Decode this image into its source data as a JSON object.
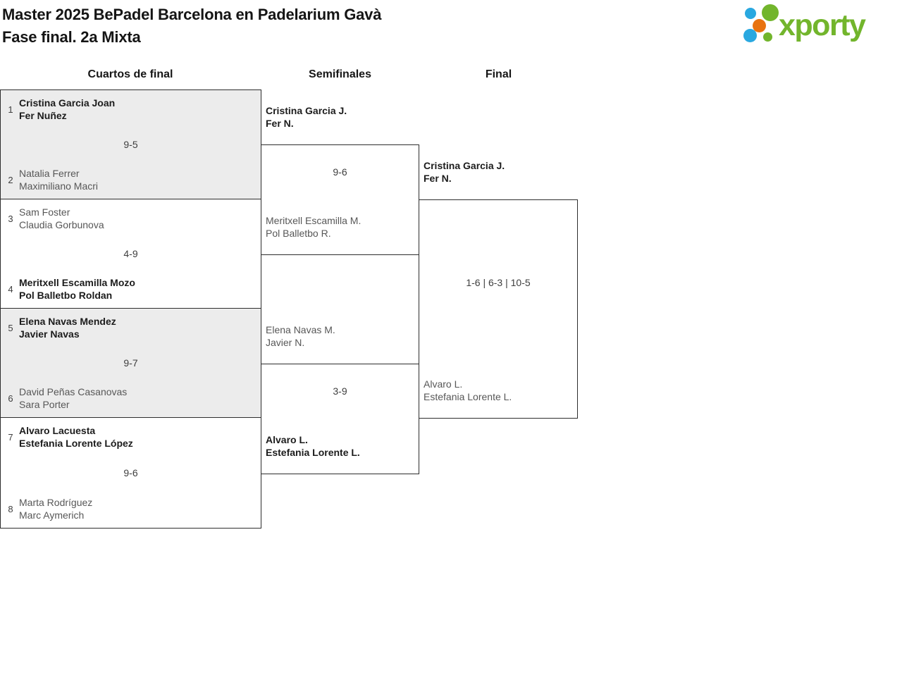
{
  "header": {
    "title1": "Master 2025 BePadel Barcelona en Padelarium Gavà",
    "title2": "Fase final. 2a Mixta",
    "logo_text": "xporty"
  },
  "round_headers": [
    "Cuartos de final",
    "Semifinales",
    "Final"
  ],
  "qf": [
    {
      "seed_top": "1",
      "top": [
        "Cristina Garcia Joan",
        "Fer Nuñez"
      ],
      "score": "9-5",
      "seed_bottom": "2",
      "bottom": [
        "Natalia Ferrer",
        "Maximiliano Macri"
      ],
      "winner": "top"
    },
    {
      "seed_top": "3",
      "top": [
        "Sam Foster",
        "Claudia Gorbunova"
      ],
      "score": "4-9",
      "seed_bottom": "4",
      "bottom": [
        "Meritxell Escamilla Mozo",
        "Pol Balletbo Roldan"
      ],
      "winner": "bottom"
    },
    {
      "seed_top": "5",
      "top": [
        "Elena Navas Mendez",
        "Javier Navas"
      ],
      "score": "9-7",
      "seed_bottom": "6",
      "bottom": [
        "David Peñas Casanovas",
        "Sara Porter"
      ],
      "winner": "top"
    },
    {
      "seed_top": "7",
      "top": [
        "Alvaro Lacuesta",
        "Estefania Lorente López"
      ],
      "score": "9-6",
      "seed_bottom": "8",
      "bottom": [
        "Marta Rodríguez",
        "Marc Aymerich"
      ],
      "winner": "top"
    }
  ],
  "sf": [
    {
      "top": [
        "Cristina Garcia J.",
        "Fer N."
      ],
      "score": "9-6",
      "bottom": [
        "Meritxell Escamilla M.",
        "Pol Balletbo R."
      ],
      "winner": "top"
    },
    {
      "top": [
        "Elena Navas M.",
        "Javier N."
      ],
      "score": "3-9",
      "bottom": [
        "Alvaro L.",
        "Estefania Lorente L."
      ],
      "winner": "bottom"
    }
  ],
  "final": {
    "top": [
      "Cristina Garcia J.",
      "Fer N."
    ],
    "score": "1-6 | 6-3 | 10-5",
    "bottom": [
      "Alvaro L.",
      "Estefania Lorente L."
    ],
    "winner": "top"
  },
  "colors": {
    "brand_green": "#72b52c",
    "brand_blue": "#29a8e0",
    "brand_orange": "#e8730f",
    "block_fill": "#ececec",
    "border": "#2d2d2d",
    "winner_text": "#1c1c1c",
    "loser_text": "#575757"
  }
}
